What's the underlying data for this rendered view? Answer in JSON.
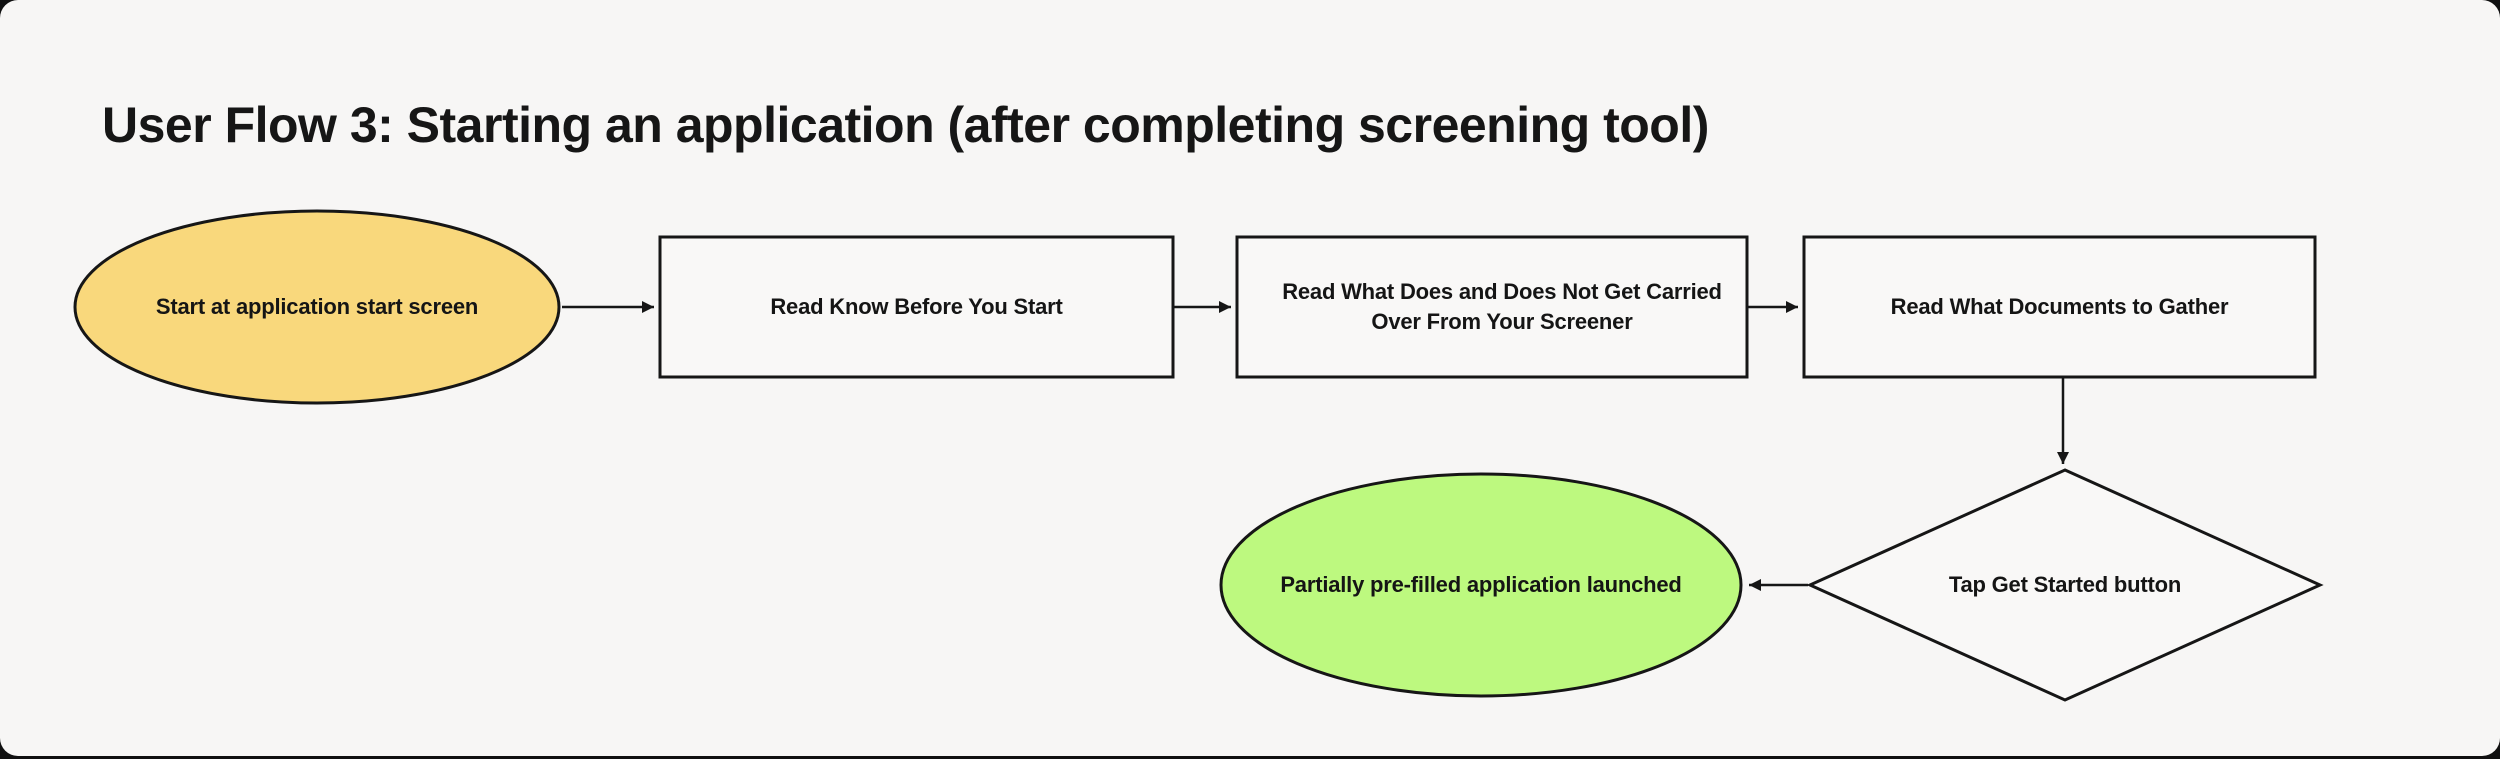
{
  "page": {
    "title": "User Flow 3: Starting an application (after completing screening tool)"
  },
  "colors": {
    "canvas_bg": "#F7F6F5",
    "frame_bg": "#101010",
    "node_stroke": "#161616",
    "start_node_fill": "#F9D87C",
    "end_node_fill": "#BDF97F",
    "process_node_fill": "#F9F8F7"
  },
  "flow": {
    "nodes": [
      {
        "id": "start",
        "type": "ellipse",
        "label": "Start at application start screen",
        "fill": "#F9D87C"
      },
      {
        "id": "know-before",
        "type": "rect",
        "label": "Read Know Before You Start",
        "fill": "#F9F8F7"
      },
      {
        "id": "carried-over",
        "type": "rect",
        "label": "Read What Does and Does Not Get Carried Over From Your Screener",
        "fill": "#F9F8F7"
      },
      {
        "id": "documents",
        "type": "rect",
        "label": "Read What Documents to Gather",
        "fill": "#F9F8F7"
      },
      {
        "id": "tap-get-started",
        "type": "diamond",
        "label": "Tap Get Started button",
        "fill": "#F9F8F7"
      },
      {
        "id": "launched",
        "type": "ellipse",
        "label": "Partially pre-filled application launched",
        "fill": "#BDF97F"
      }
    ],
    "edges": [
      {
        "from": "start",
        "to": "know-before"
      },
      {
        "from": "know-before",
        "to": "carried-over"
      },
      {
        "from": "carried-over",
        "to": "documents"
      },
      {
        "from": "documents",
        "to": "tap-get-started"
      },
      {
        "from": "tap-get-started",
        "to": "launched"
      }
    ]
  }
}
